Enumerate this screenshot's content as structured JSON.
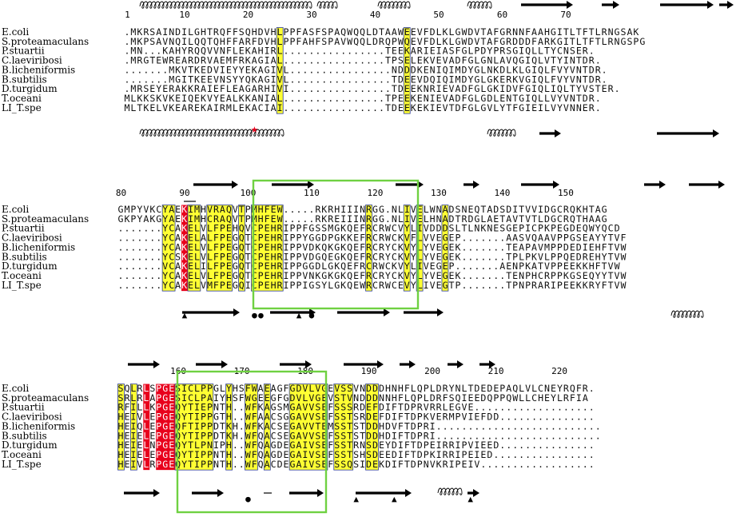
{
  "blocks": [
    {
      "start": 1,
      "ruler": [
        1,
        10,
        20,
        30,
        40,
        50,
        60,
        70
      ],
      "rows": [
        {
          "name": "E.coli",
          "seq": " .MKRSAINDILGHTRQFFSQHDVHLPPFASFSPAQWQQLDTAAWEEVFDLKLGWDVTAFGRNNFAAHGITLTFTLRNGSAK"
        },
        {
          "name": "S.proteamaculans",
          "seq": " .MKPSAVNQILQQTQHFFARFDVHLPPFAHFSPAVWQQLDRQPWQEVFDLKLGWDVTAFGRDDDFARKGITLTFTLRNGSPG"
        },
        {
          "name": "P.stuartii",
          "seq": " .MN...KAHYRQQVVNFLEKAHIRL................TEEKARIEIASFGLPDYPRSGIQLLTYCNSER."
        },
        {
          "name": "C.laeviribosi",
          "seq": " .MRGTEWREARDRVAEMFRKAGIAL................TPSELEKVEVADFGLGNLAVQGIQLVTYINTDR."
        },
        {
          "name": "B.licheniformis",
          "seq": " .......MKVTKEDVIEYYEKAGIVL................NDDDKENIQIMDYGLNKDLKLGIQLFVYVNTDR."
        },
        {
          "name": "B.subtilis",
          "seq": " .......MGITKEEVNSYYQKAGIVL................TDEEVDQIQIMDYGLGKERKVGIQLFVYVNTDR."
        },
        {
          "name": "D.turgidum",
          "seq": " .MRSEYERAKKRAIEFLEAGARHIVI................TDEEKNRIEVADFGLGKIDVFGIQLIQLTYVSTER."
        },
        {
          "name": "T.oceani",
          "seq": " MLKKSKVKEIQEKVYEALKKANIAL................TPEEKENIEVADFGLGDLENTGIQLLVYVNTDR."
        },
        {
          "name": "LI_T.spe",
          "seq": " MLTKELVKEAREKAIRMLEKACIAI................TDEEKEKIEVTDFGLGVLYTFGIEILVYVNNER."
        }
      ],
      "markers": [
        {
          "type": "star",
          "label": "★",
          "pos": 21
        }
      ]
    },
    {
      "start": 80,
      "ruler": [
        80,
        90,
        100,
        110,
        120,
        130,
        140,
        150
      ],
      "rows": [
        {
          "name": "E.coli",
          "seq": "GMPYVKCYAEKIMHVRAQVTPMHFEW.....RKRHIIINRGG.NLIVELWNADSNEQTADSDITVVIDGCRQKHTAG"
        },
        {
          "name": "S.proteamaculans",
          "seq": "GKPYAKGYAEKIMHCRAQVTPMHFEW.....RKREIIINRGG.NLIVELHNADTRDGLAETAVTVTLDGCRQTHAAG"
        },
        {
          "name": "P.stuartii",
          "seq": ".......YCAKELVLFPEHQVCPEHRIPPFGSSMGKQEFRCRWCVYLIVDDDSLTLNKNESGEPICPKPEGDEQWYQCD"
        },
        {
          "name": "C.laeviribosi",
          "seq": ".......YCAKELALFPEGQTCPEHRIPPYGGDPGKKEFRCRWCKVFLVVEGEP.......AASVQAAVPPGSEAYYTVF"
        },
        {
          "name": "B.licheniformis",
          "seq": ".......YCAKELVLFPEGQTCPEHRIPPVDKQKGKQEFRCRYCKVYLYVEGEK.......TEAPAVMPPDEDIEHFTVW"
        },
        {
          "name": "B.subtilis",
          "seq": ".......YCSKELVLFPEGQTCPEHRIPPVDGQEGKQEFRCRYCKVYLYVEGEK.......TPLPKVLPPQEDREHYTVW"
        },
        {
          "name": "D.turgidum",
          "seq": ".......VCAKELILFPEGQTCPEHRIPPGGDLGKQEFRCRWCKVYLIVEGEP.......AENPKATVPPEEKKHFTVW"
        },
        {
          "name": "T.oceani",
          "seq": ".......YCAKELVLFPEGQTCPEHRIPPVNKGKGKQEFRCRYCKVYLYVEGEK.......TENPHCRPPKGSEQYYTVW"
        },
        {
          "name": "LI_T.spe",
          "seq": ".......YCAKELVMFPEGQICPEHRIPPIGSYLGKQEWRCRWCEVYLIVEGTP.......TPNPRARIPEEKKRYFTVW"
        }
      ],
      "markers": [
        {
          "type": "triangle",
          "label": "▲",
          "pos": 90
        },
        {
          "type": "dot",
          "label": "●",
          "pos": 101
        },
        {
          "type": "dot",
          "label": "●",
          "pos": 102
        },
        {
          "type": "triangle",
          "label": "▲",
          "pos": 108
        },
        {
          "type": "dot",
          "label": "●",
          "pos": 110
        }
      ]
    },
    {
      "start": 151,
      "ruler": [
        160,
        170,
        180,
        190,
        200,
        210,
        220
      ],
      "rows": [
        {
          "name": "E.coli",
          "seq": "SQLRLSPGESICLPPGLYHSFWAEAGFGDVLVGEVSSVNDDDHNHFLQPLDRYNLTDEDEPAQLVLCNEYRQFR."
        },
        {
          "name": "S.proteamaculans",
          "seq": "SRLRLAPGESICLPAIYHSFWGEEGFGDVLVGEVSTVNDDDNNHFLQPLDRFSQIEEDQPPQWLLCHEYLRFIA"
        },
        {
          "name": "P.stuartii",
          "seq": "RFILLKPGEQYTIEPNTH..WFKAGSMGAVVSEFSSSRDEFDIFTDPRVRRLEGVE..................."
        },
        {
          "name": "C.laeviribosi",
          "seq": "HEIVLEPGEQYTIPPGTH..WFAACSGGAVVSEFSSTSRDEFDIFTDPKVERMPVIEFDD..............."
        },
        {
          "name": "B.licheniformis",
          "seq": "HEIQLEPGEQFTIPPDTKH.WFKACSEGAVVTEMSSTSTDDHDVFTDPRI.........................."
        },
        {
          "name": "B.subtilis",
          "seq": "HEIELEPGEQYTIPPDTKH.WFQACSEGAVVSEFSSTSTDDHDIFTDPRI.........................."
        },
        {
          "name": "D.turgidum",
          "seq": "HEIELNPGEQYTLPNIPH..WFQAGDEGAIVSEFSSTRNSDEYDIFTDPEIRRIPVIEED..............."
        },
        {
          "name": "T.oceani",
          "seq": "HEIELEPGEQYTIPPNTH..WFQAGDEGAIVSEFSSTSHSDEEDIFTDPKIRRIPEIED................"
        },
        {
          "name": "LI_T.spe",
          "seq": "HEIVLRPGEQYTIPPNTH..WFQACDEGAIVSEFSSQSIDEKDIFTDPNVKRIPEIV.................."
        }
      ],
      "markers": [
        {
          "type": "dot",
          "label": "●",
          "pos": 171
        },
        {
          "type": "triangle",
          "label": "▲",
          "pos": 188
        },
        {
          "type": "triangle",
          "label": "▲",
          "pos": 194
        },
        {
          "type": "triangle",
          "label": "▲",
          "pos": 206
        }
      ]
    }
  ],
  "colors": {
    "strict": "#e8001c",
    "strict_text": "#ffffff",
    "similar": "#ffff33",
    "similar_border": "#2a3a9a",
    "box": "#6fd142",
    "structure": "#000000",
    "star": "#e8001c"
  }
}
